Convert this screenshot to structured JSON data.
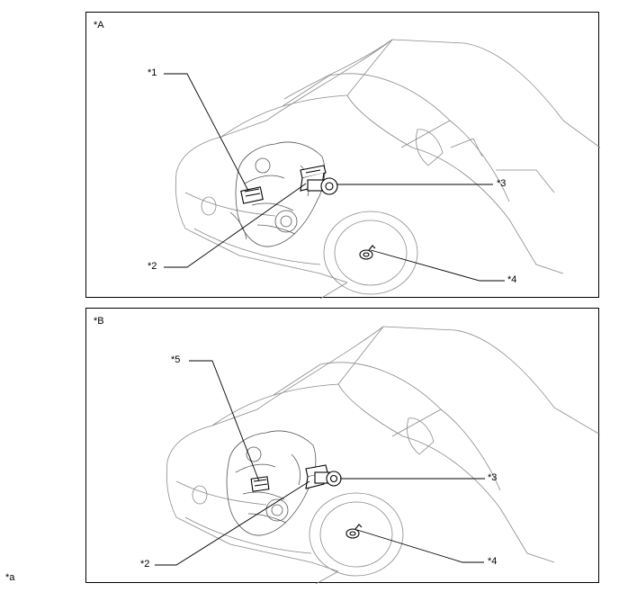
{
  "panels": [
    {
      "id": "A",
      "label": "*A",
      "callouts": [
        "*1",
        "*2",
        "*3",
        "*4"
      ]
    },
    {
      "id": "B",
      "label": "*B",
      "callouts": [
        "*5",
        "*2",
        "*3",
        "*4"
      ]
    }
  ],
  "footer_label": "*a"
}
